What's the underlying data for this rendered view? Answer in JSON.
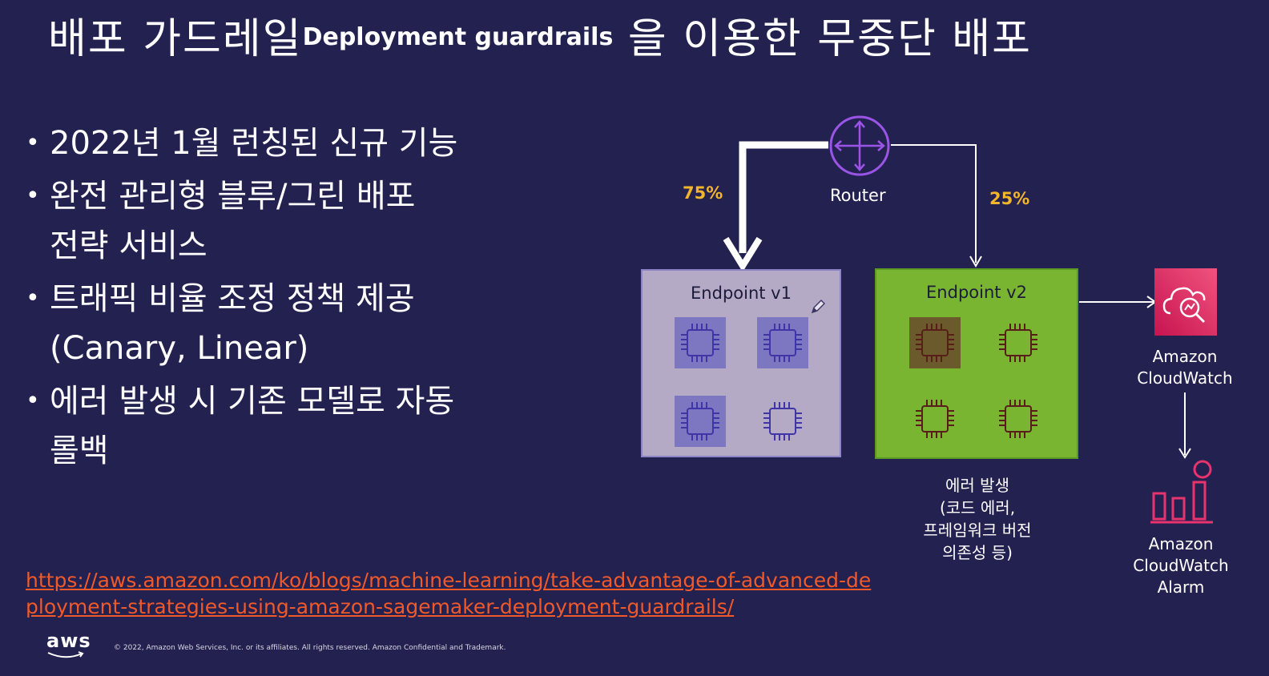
{
  "title": {
    "prefix": "배포 가드레일",
    "english": "Deployment guardrails",
    "suffix": " 을 이용한 무중단 배포"
  },
  "bullets": [
    {
      "line1": "2022년 1월 런칭된 신규 기능",
      "line2": ""
    },
    {
      "line1": "완전 관리형 블루/그린 배포",
      "line2": "전략 서비스"
    },
    {
      "line1": "트래픽 비율 조정 정책 제공",
      "line2": "(Canary, Linear)"
    },
    {
      "line1": "에러 발생 시 기존 모델로 자동",
      "line2": "롤백"
    }
  ],
  "bullet_symbol": "•",
  "link": "https://aws.amazon.com/ko/blogs/machine-learning/take-advantage-of-advanced-deployment-strategies-using-amazon-sagemaker-deployment-guardrails/",
  "footer": {
    "logo": "aws",
    "copyright": "© 2022, Amazon Web Services, Inc. or its affiliates. All rights reserved. Amazon Confidential and Trademark."
  },
  "diagram": {
    "router": "Router",
    "traffic_v1": "75%",
    "traffic_v2": "25%",
    "endpoint_v1": "Endpoint v1",
    "endpoint_v2": "Endpoint v2",
    "error_label": [
      "에러 발생",
      "(코드 에러,",
      "프레임워크 버전",
      "의존성 등)"
    ],
    "cloudwatch": [
      "Amazon",
      "CloudWatch"
    ],
    "alarm": [
      "Amazon",
      "CloudWatch",
      "Alarm"
    ],
    "colors": {
      "background": "#232150",
      "router": "#9b55e6",
      "endpoint_v1": "#b4aac6",
      "endpoint_v2": "#79b531",
      "cloudwatch": "#e8336f",
      "percent": "#f3b52c",
      "link": "#f0592a"
    },
    "icons": [
      "router-icon",
      "chip-icon",
      "cloudwatch-icon",
      "alarm-icon",
      "pencil-icon"
    ]
  }
}
